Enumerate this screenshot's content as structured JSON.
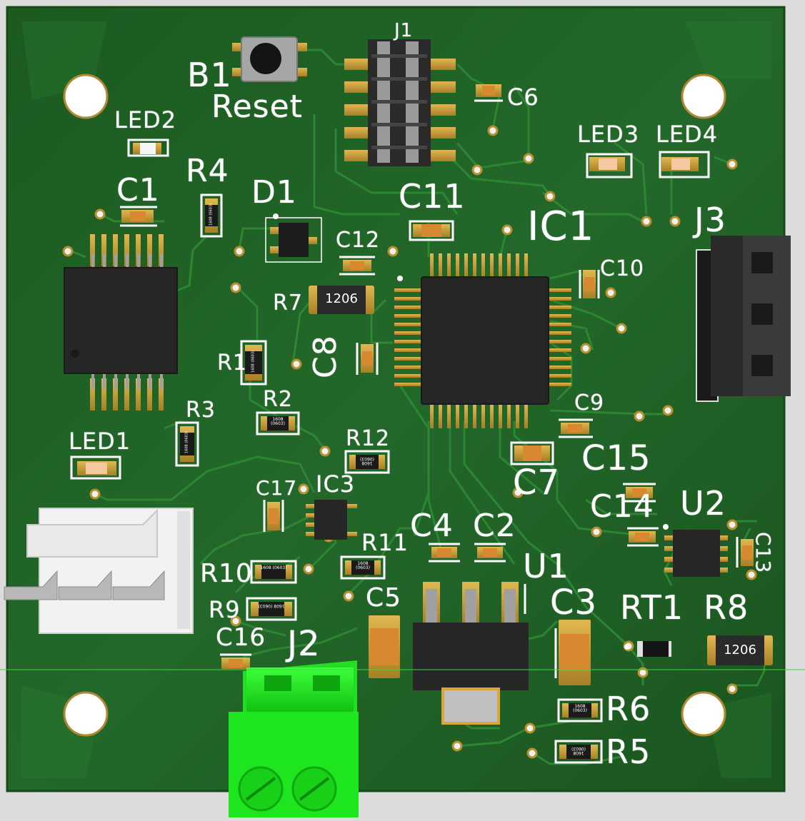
{
  "board": {
    "colors": {
      "board": "#1f5f23",
      "board_dark": "#16491a",
      "copper": "#c79a33",
      "silk": "#ffffff",
      "ic_body": "#262626",
      "terminal": "#19e619",
      "connector_white": "#f2f2f2"
    }
  },
  "labels": {
    "b1": "B1",
    "reset": "Reset",
    "j1": "J1",
    "c6": "C6",
    "led2": "LED2",
    "led3": "LED3",
    "led4": "LED4",
    "c1": "C1",
    "r4": "R4",
    "d1": "D1",
    "c11": "C11",
    "ic1": "IC1",
    "j3": "J3",
    "c12": "C12",
    "c10": "C10",
    "r7": "R7",
    "c8": "C8",
    "r1": "R1",
    "r2": "R2",
    "r3": "R3",
    "c9": "C9",
    "led1": "LED1",
    "r12": "R12",
    "c15": "C15",
    "c7": "C7",
    "c17": "C17",
    "ic3": "IC3",
    "c14": "C14",
    "u2": "U2",
    "c4": "C4",
    "c2": "C2",
    "c13": "C13",
    "r11": "R11",
    "u1": "U1",
    "r10": "R10",
    "c5": "C5",
    "c3": "C3",
    "rt1": "RT1",
    "r8": "R8",
    "r9": "R9",
    "c16": "C16",
    "j2": "J2",
    "r6": "R6",
    "r5": "R5"
  },
  "package_marks": {
    "r7": "1206",
    "r8": "1206",
    "r2": "1608 (0603)",
    "r12": "1608 (0603)",
    "r10": "1608 (0603)",
    "r11": "1608 (0603)",
    "r9": "1608 (0603)",
    "r6": "1608 (0603)",
    "r5": "1608 (0603)",
    "r4": "1608 (0603)",
    "r1": "1608 (0603)",
    "r3": "1608 (0603)"
  }
}
